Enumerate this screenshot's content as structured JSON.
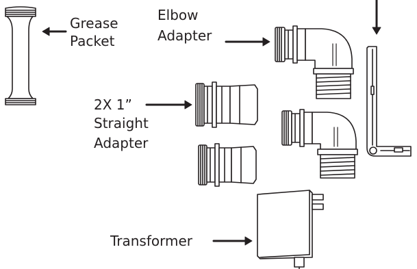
{
  "labels": {
    "grease_line1": "Grease",
    "grease_line2": "Packet",
    "elbow_line1": "Elbow",
    "elbow_line2": "Adapter",
    "straight_line1": "2X 1”",
    "straight_line2": "Straight",
    "straight_line3": "Adapter",
    "transformer": "Transformer"
  },
  "colors": {
    "ink": "#231f20",
    "fill": "#ffffff"
  }
}
